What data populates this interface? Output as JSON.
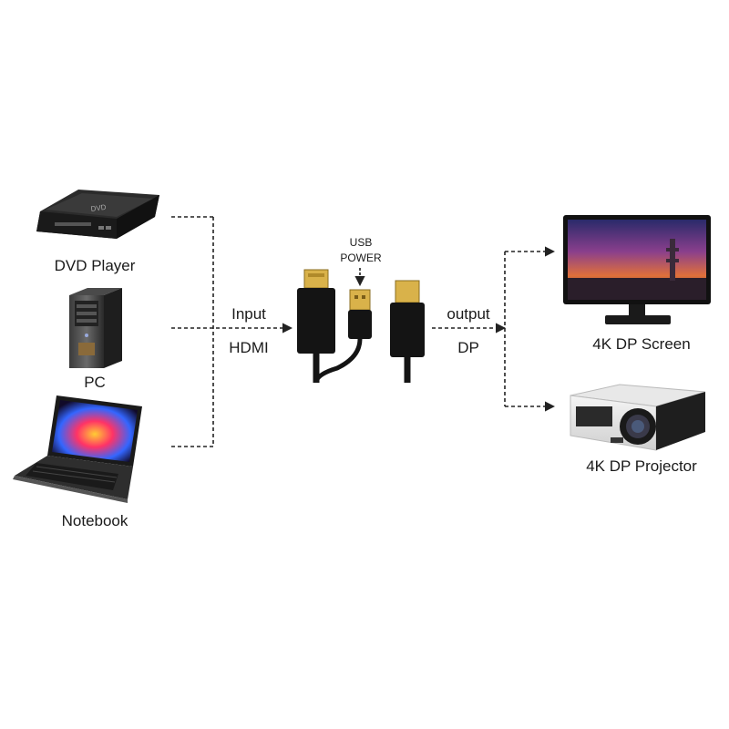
{
  "sources": [
    {
      "label": "DVD Player",
      "icon": "dvd-player-icon"
    },
    {
      "label": "PC",
      "icon": "pc-tower-icon"
    },
    {
      "label": "Notebook",
      "icon": "laptop-icon"
    }
  ],
  "input": {
    "line1": "Input",
    "line2": "HDMI"
  },
  "usb": {
    "line1": "USB",
    "line2": "POWER"
  },
  "output": {
    "line1": "output",
    "line2": "DP"
  },
  "targets": [
    {
      "label": "4K DP Screen",
      "icon": "monitor-icon"
    },
    {
      "label": "4K DP Projector",
      "icon": "projector-icon"
    }
  ],
  "cable_icon": "hdmi-to-dp-cable-icon",
  "colors": {
    "connector_gold": "#d9b24a",
    "cable_black": "#141414",
    "line": "#222222"
  }
}
